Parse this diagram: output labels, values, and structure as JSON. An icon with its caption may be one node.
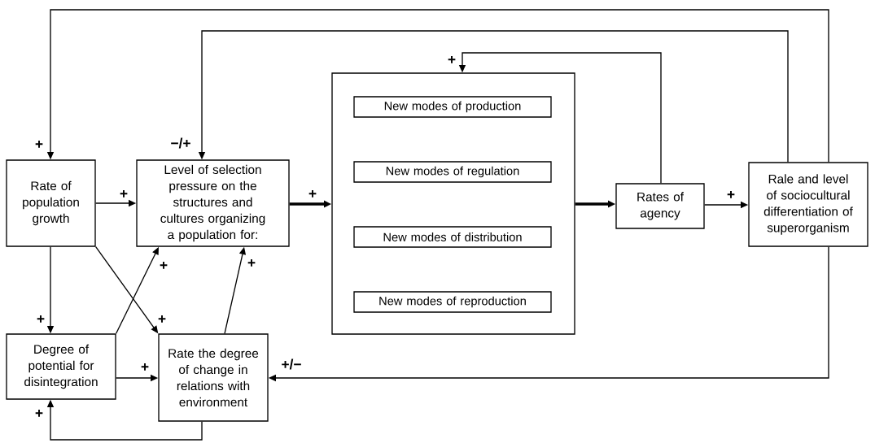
{
  "diagram": {
    "nodes": [
      {
        "text": [
          "Rate of population growth"
        ]
      },
      {
        "text": [
          "Level of selection pressure on the structures and cultures organizing a population for:"
        ]
      },
      {
        "text": [],
        "shape": "box"
      },
      {
        "text": [
          "New modes of production"
        ],
        "in": 2
      },
      {
        "text": [
          "New modes of regulation"
        ],
        "in": 2
      },
      {
        "text": [
          "New modes of distribution"
        ],
        "in": 2
      },
      {
        "text": [
          "New modes of reproduction"
        ],
        "in": 2
      },
      {
        "text": [
          "Rates of agency"
        ]
      },
      {
        "text": [
          "Rale and level of sociocultural differentiation of superorganism"
        ]
      },
      {
        "text": [
          "Degree of potential for disintegration"
        ]
      },
      {
        "text": [
          "Rate the degree of change in relations with environment"
        ]
      }
    ],
    "edges": [
      {
        "from": 8,
        "to": 0,
        "arrow": "to",
        "label": "+"
      },
      {
        "from": 8,
        "to": 1,
        "arrow": "to",
        "label": "−/+"
      },
      {
        "from": 7,
        "to": 2,
        "arrow": "to",
        "label": "+"
      },
      {
        "from": 0,
        "to": 1,
        "arrow": "to",
        "label": "+"
      },
      {
        "from": 1,
        "to": 2,
        "arrow": "to",
        "label": "+",
        "style": "thick"
      },
      {
        "from": 2,
        "to": 7,
        "arrow": "to",
        "style": "thick"
      },
      {
        "from": 7,
        "to": 8,
        "arrow": "to",
        "label": "+"
      },
      {
        "from": 0,
        "to": 9,
        "arrow": "to",
        "label": "+"
      },
      {
        "from": 0,
        "to": 10,
        "arrow": "to",
        "label": "+"
      },
      {
        "from": 9,
        "to": 1,
        "arrow": "to",
        "label": "+"
      },
      {
        "from": 10,
        "to": 1,
        "arrow": "to",
        "label": "+"
      },
      {
        "from": 9,
        "to": 10,
        "arrow": "to",
        "label": "+"
      },
      {
        "from": 8,
        "to": 10,
        "arrow": "to",
        "label": "+/−"
      },
      {
        "from": 10,
        "to": 9,
        "arrow": "to",
        "label": "+"
      }
    ]
  }
}
